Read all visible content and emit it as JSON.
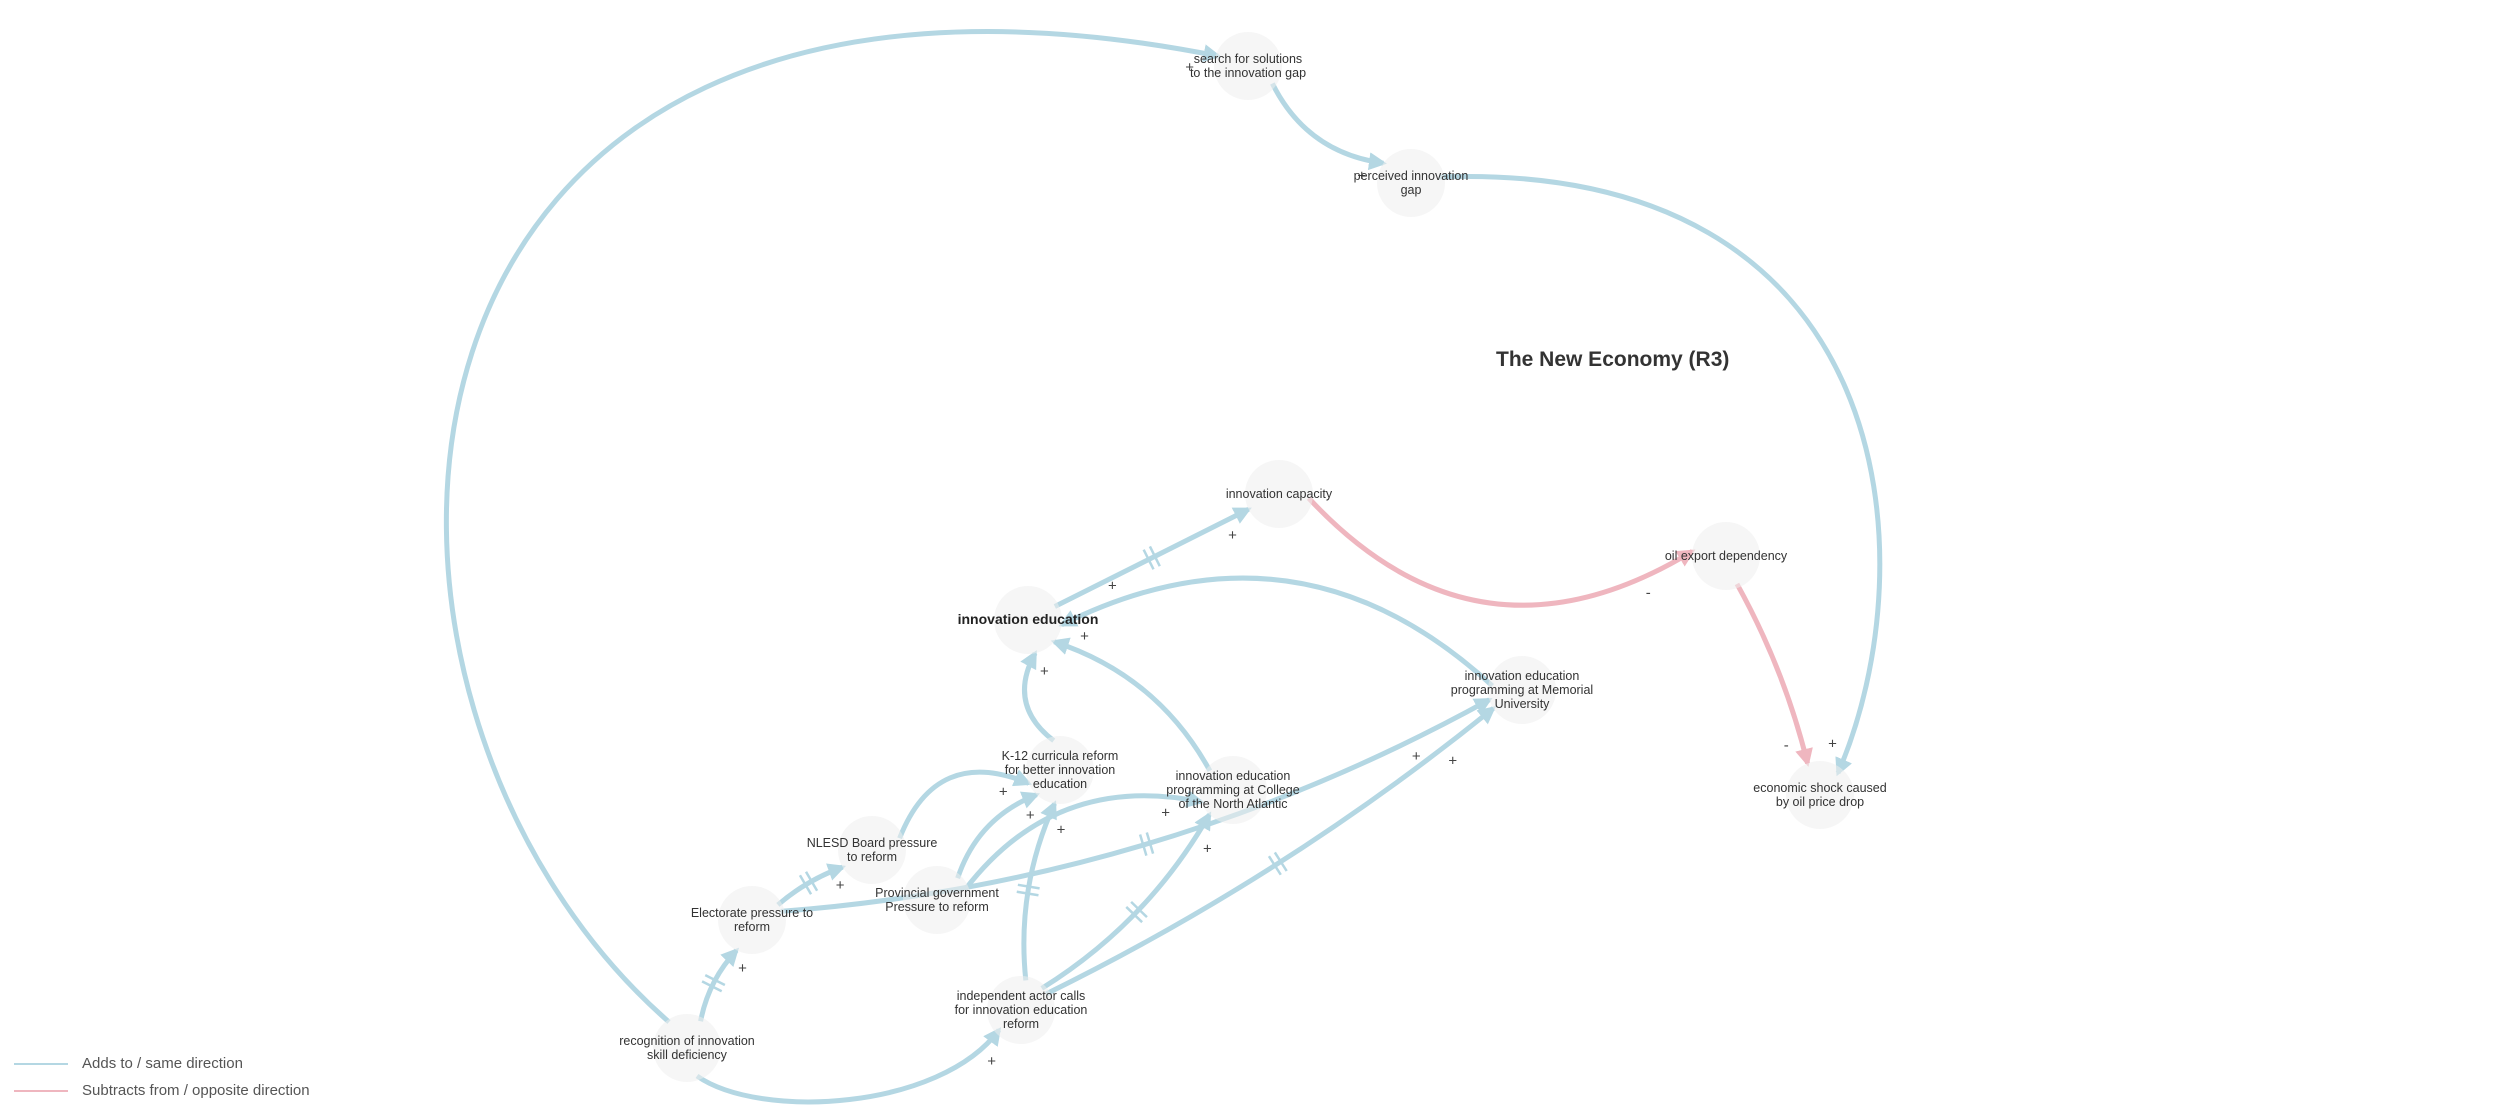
{
  "diagram": {
    "title": "The New Economy (R3)",
    "colors": {
      "adds": "#b4d7e3",
      "subtracts": "#efb6bf",
      "node_fill": "#eeeeee"
    },
    "nodes": [
      {
        "id": "search",
        "lines": [
          "search for solutions",
          "to the innovation gap"
        ]
      },
      {
        "id": "gap",
        "lines": [
          "perceived innovation",
          "gap"
        ]
      },
      {
        "id": "capacity",
        "lines": [
          "innovation capacity"
        ]
      },
      {
        "id": "oil",
        "lines": [
          "oil export dependency"
        ]
      },
      {
        "id": "education",
        "lines": [
          "innovation education"
        ],
        "focus": true
      },
      {
        "id": "memorial",
        "lines": [
          "innovation education",
          "programming at Memorial",
          "University"
        ]
      },
      {
        "id": "k12",
        "lines": [
          "K-12 curricula reform",
          "for better innovation",
          "education"
        ]
      },
      {
        "id": "cna",
        "lines": [
          "innovation education",
          "programming at College",
          "of the North Atlantic"
        ]
      },
      {
        "id": "shock",
        "lines": [
          "economic shock caused",
          "by oil price drop"
        ]
      },
      {
        "id": "nlesd",
        "lines": [
          "NLESD Board pressure",
          "to reform"
        ]
      },
      {
        "id": "provincial",
        "lines": [
          "Provincial government",
          "Pressure to reform"
        ]
      },
      {
        "id": "electorate",
        "lines": [
          "Electorate pressure to",
          "reform"
        ]
      },
      {
        "id": "actors",
        "lines": [
          "independent actor calls",
          "for innovation education",
          "reform"
        ]
      },
      {
        "id": "recognition",
        "lines": [
          "recognition of innovation",
          "skill deficiency"
        ]
      }
    ],
    "links": [
      {
        "from": "search",
        "to": "gap",
        "polarity": "+",
        "type": "adds",
        "delay": false
      },
      {
        "from": "gap",
        "to": "shock",
        "polarity": "+",
        "type": "adds",
        "delay": false
      },
      {
        "from": "recognition",
        "to": "search",
        "polarity": "+",
        "type": "adds",
        "delay": false
      },
      {
        "from": "education",
        "to": "capacity",
        "polarity": "+",
        "type": "adds",
        "delay": true
      },
      {
        "from": "capacity",
        "to": "oil",
        "polarity": "-",
        "type": "subtracts",
        "delay": false
      },
      {
        "from": "oil",
        "to": "shock",
        "polarity": "-",
        "type": "subtracts",
        "delay": false
      },
      {
        "from": "recognition",
        "to": "electorate",
        "polarity": "+",
        "type": "adds",
        "delay": true
      },
      {
        "from": "electorate",
        "to": "nlesd",
        "polarity": "+",
        "type": "adds",
        "delay": true
      },
      {
        "from": "electorate",
        "to": "memorial",
        "polarity": "+",
        "type": "adds",
        "delay": true
      },
      {
        "from": "nlesd",
        "to": "k12",
        "polarity": "+",
        "type": "adds",
        "delay": false
      },
      {
        "from": "provincial",
        "to": "k12",
        "polarity": "+",
        "type": "adds",
        "delay": false
      },
      {
        "from": "provincial",
        "to": "cna",
        "polarity": "+",
        "type": "adds",
        "delay": false
      },
      {
        "from": "recognition",
        "to": "actors",
        "polarity": "+",
        "type": "adds",
        "delay": false
      },
      {
        "from": "actors",
        "to": "k12",
        "polarity": "+",
        "type": "adds",
        "delay": true
      },
      {
        "from": "actors",
        "to": "cna",
        "polarity": "+",
        "type": "adds",
        "delay": true
      },
      {
        "from": "actors",
        "to": "memorial",
        "polarity": "+",
        "type": "adds",
        "delay": true
      },
      {
        "from": "k12",
        "to": "education",
        "polarity": "+",
        "type": "adds",
        "delay": false
      },
      {
        "from": "cna",
        "to": "education",
        "polarity": "+",
        "type": "adds",
        "delay": false
      },
      {
        "from": "memorial",
        "to": "education",
        "polarity": "+",
        "type": "adds",
        "delay": false
      }
    ]
  },
  "legend": [
    {
      "label": "Adds to / same direction",
      "color": "#b4d7e3"
    },
    {
      "label": "Subtracts from / opposite direction",
      "color": "#efb6bf"
    }
  ]
}
